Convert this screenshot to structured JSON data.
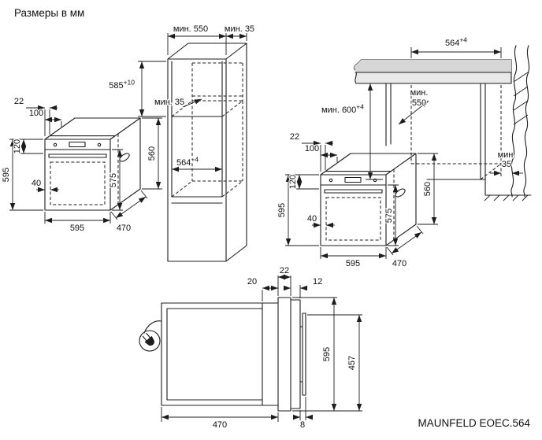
{
  "title": "Размеры в мм",
  "model": "MAUNFELD EOEC.564",
  "oven": {
    "top_clearance": "22",
    "panel_depth": "100",
    "panel_height": "120",
    "height": "595",
    "door_inset": "40",
    "door_height": "575",
    "width": "595",
    "base_depth": "470",
    "depth": "560"
  },
  "column": {
    "depth_min": "мин. 550",
    "rear_gap_min": "мин. 35",
    "niche_height": "585",
    "niche_height_tol": "+10",
    "vent_gap_min": "мин. 35",
    "niche_width": "564",
    "niche_width_tol": "+4"
  },
  "undercounter": {
    "niche_width": "564",
    "niche_width_tol": "+4",
    "niche_height_min": "мин. 600",
    "niche_height_tol": "+4",
    "niche_depth_min_line1": "мин.",
    "niche_depth_min_line2": "550",
    "rear_gap_line1": "мин.",
    "rear_gap_line2": "35"
  },
  "top_view": {
    "front_clearance": "20",
    "frame_depth": "22",
    "door_thickness": "12",
    "width": "595",
    "inner_width": "457",
    "depth": "470",
    "handle_gap": "8"
  }
}
